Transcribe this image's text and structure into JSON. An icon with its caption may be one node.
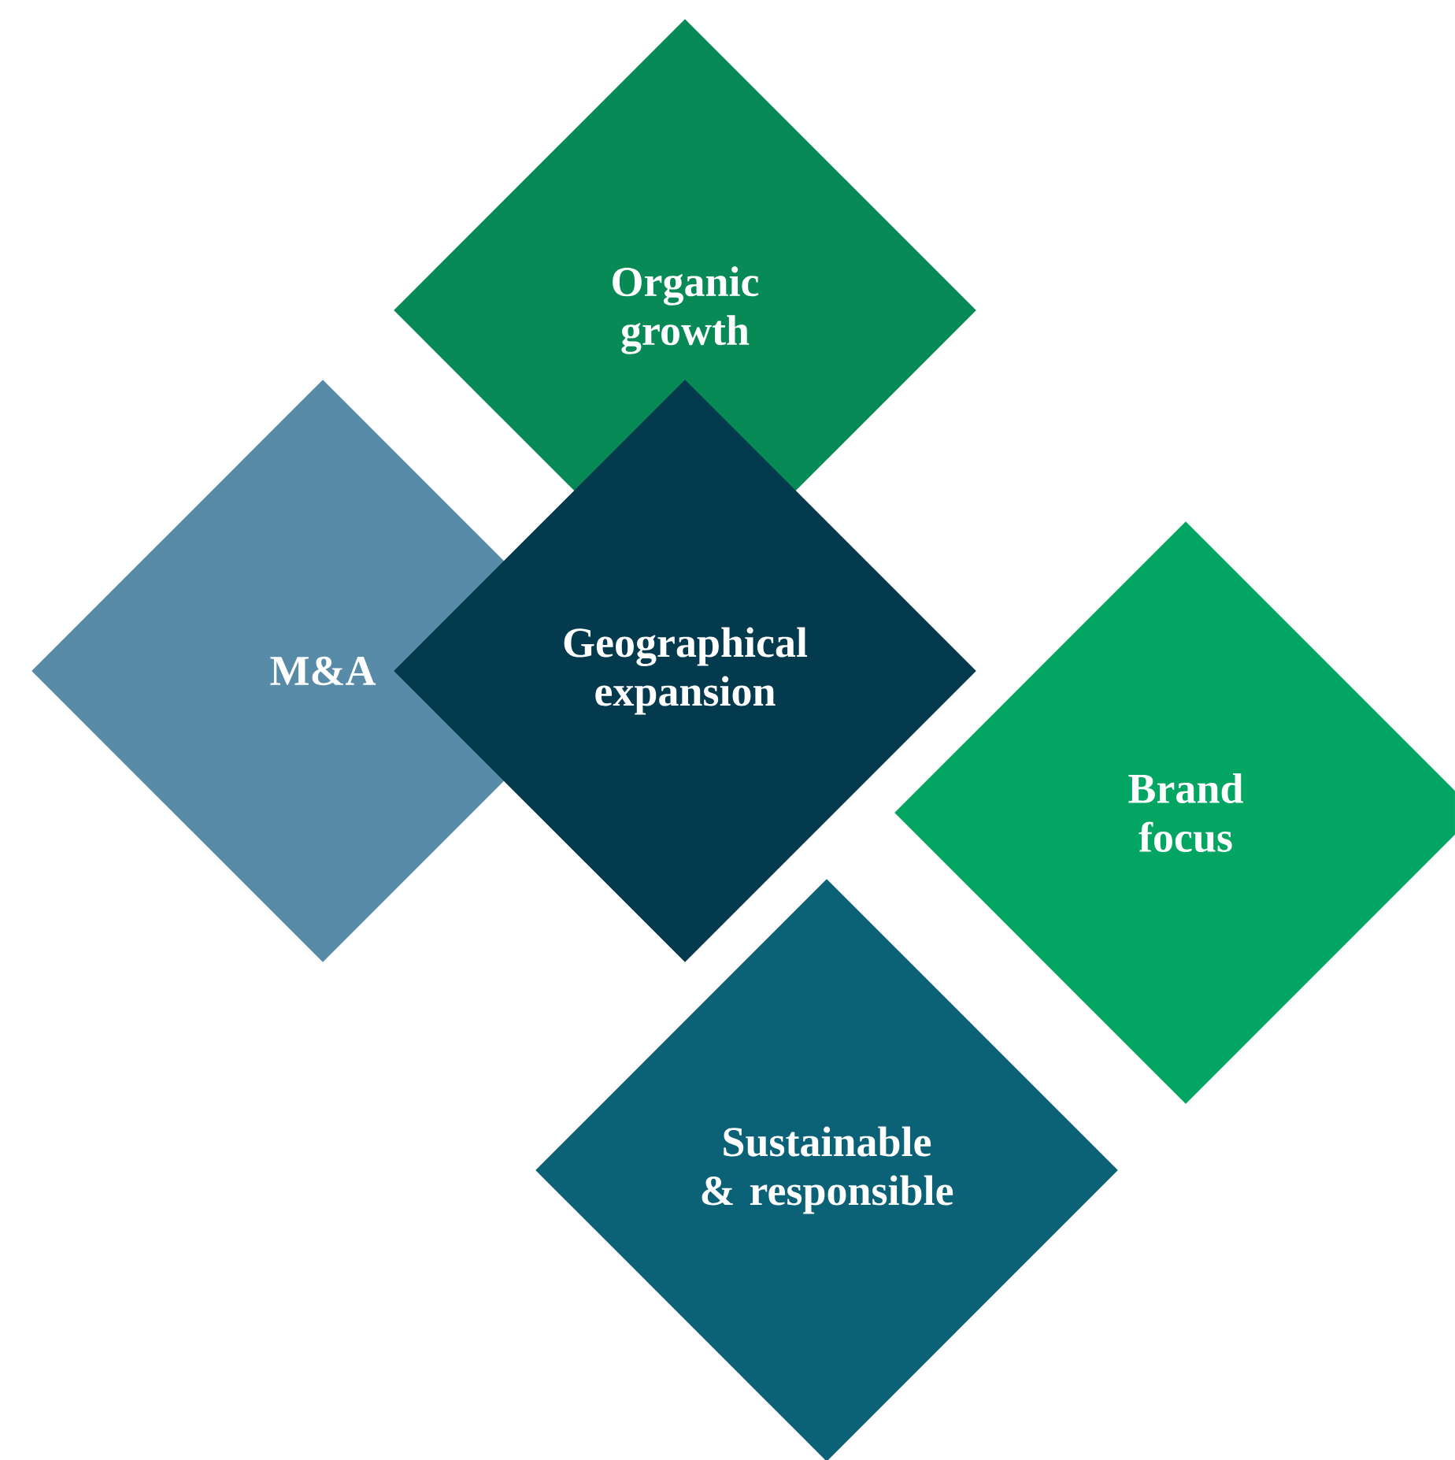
{
  "diagram": {
    "nodes": [
      {
        "text": [
          "Organic growth"
        ]
      },
      {
        "text": [
          "M&A"
        ]
      },
      {
        "text": [
          "Geographical expansion"
        ]
      },
      {
        "text": [
          "Brand focus"
        ]
      },
      {
        "text": [
          "Sustainable & responsible"
        ]
      }
    ]
  }
}
